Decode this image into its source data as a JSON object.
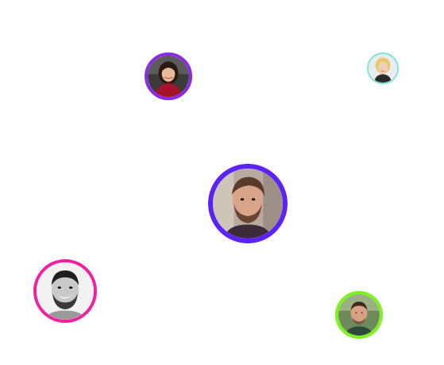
{
  "avatars": [
    {
      "id": "woman-red-top",
      "ring_color": "#8a2be2"
    },
    {
      "id": "woman-blonde",
      "ring_color": "#7fe3d3"
    },
    {
      "id": "man-beard-center",
      "ring_color": "#5b23f5"
    },
    {
      "id": "man-bw-smiling",
      "ring_color": "#f0209e"
    },
    {
      "id": "man-outdoors",
      "ring_color": "#7cf21e"
    }
  ]
}
